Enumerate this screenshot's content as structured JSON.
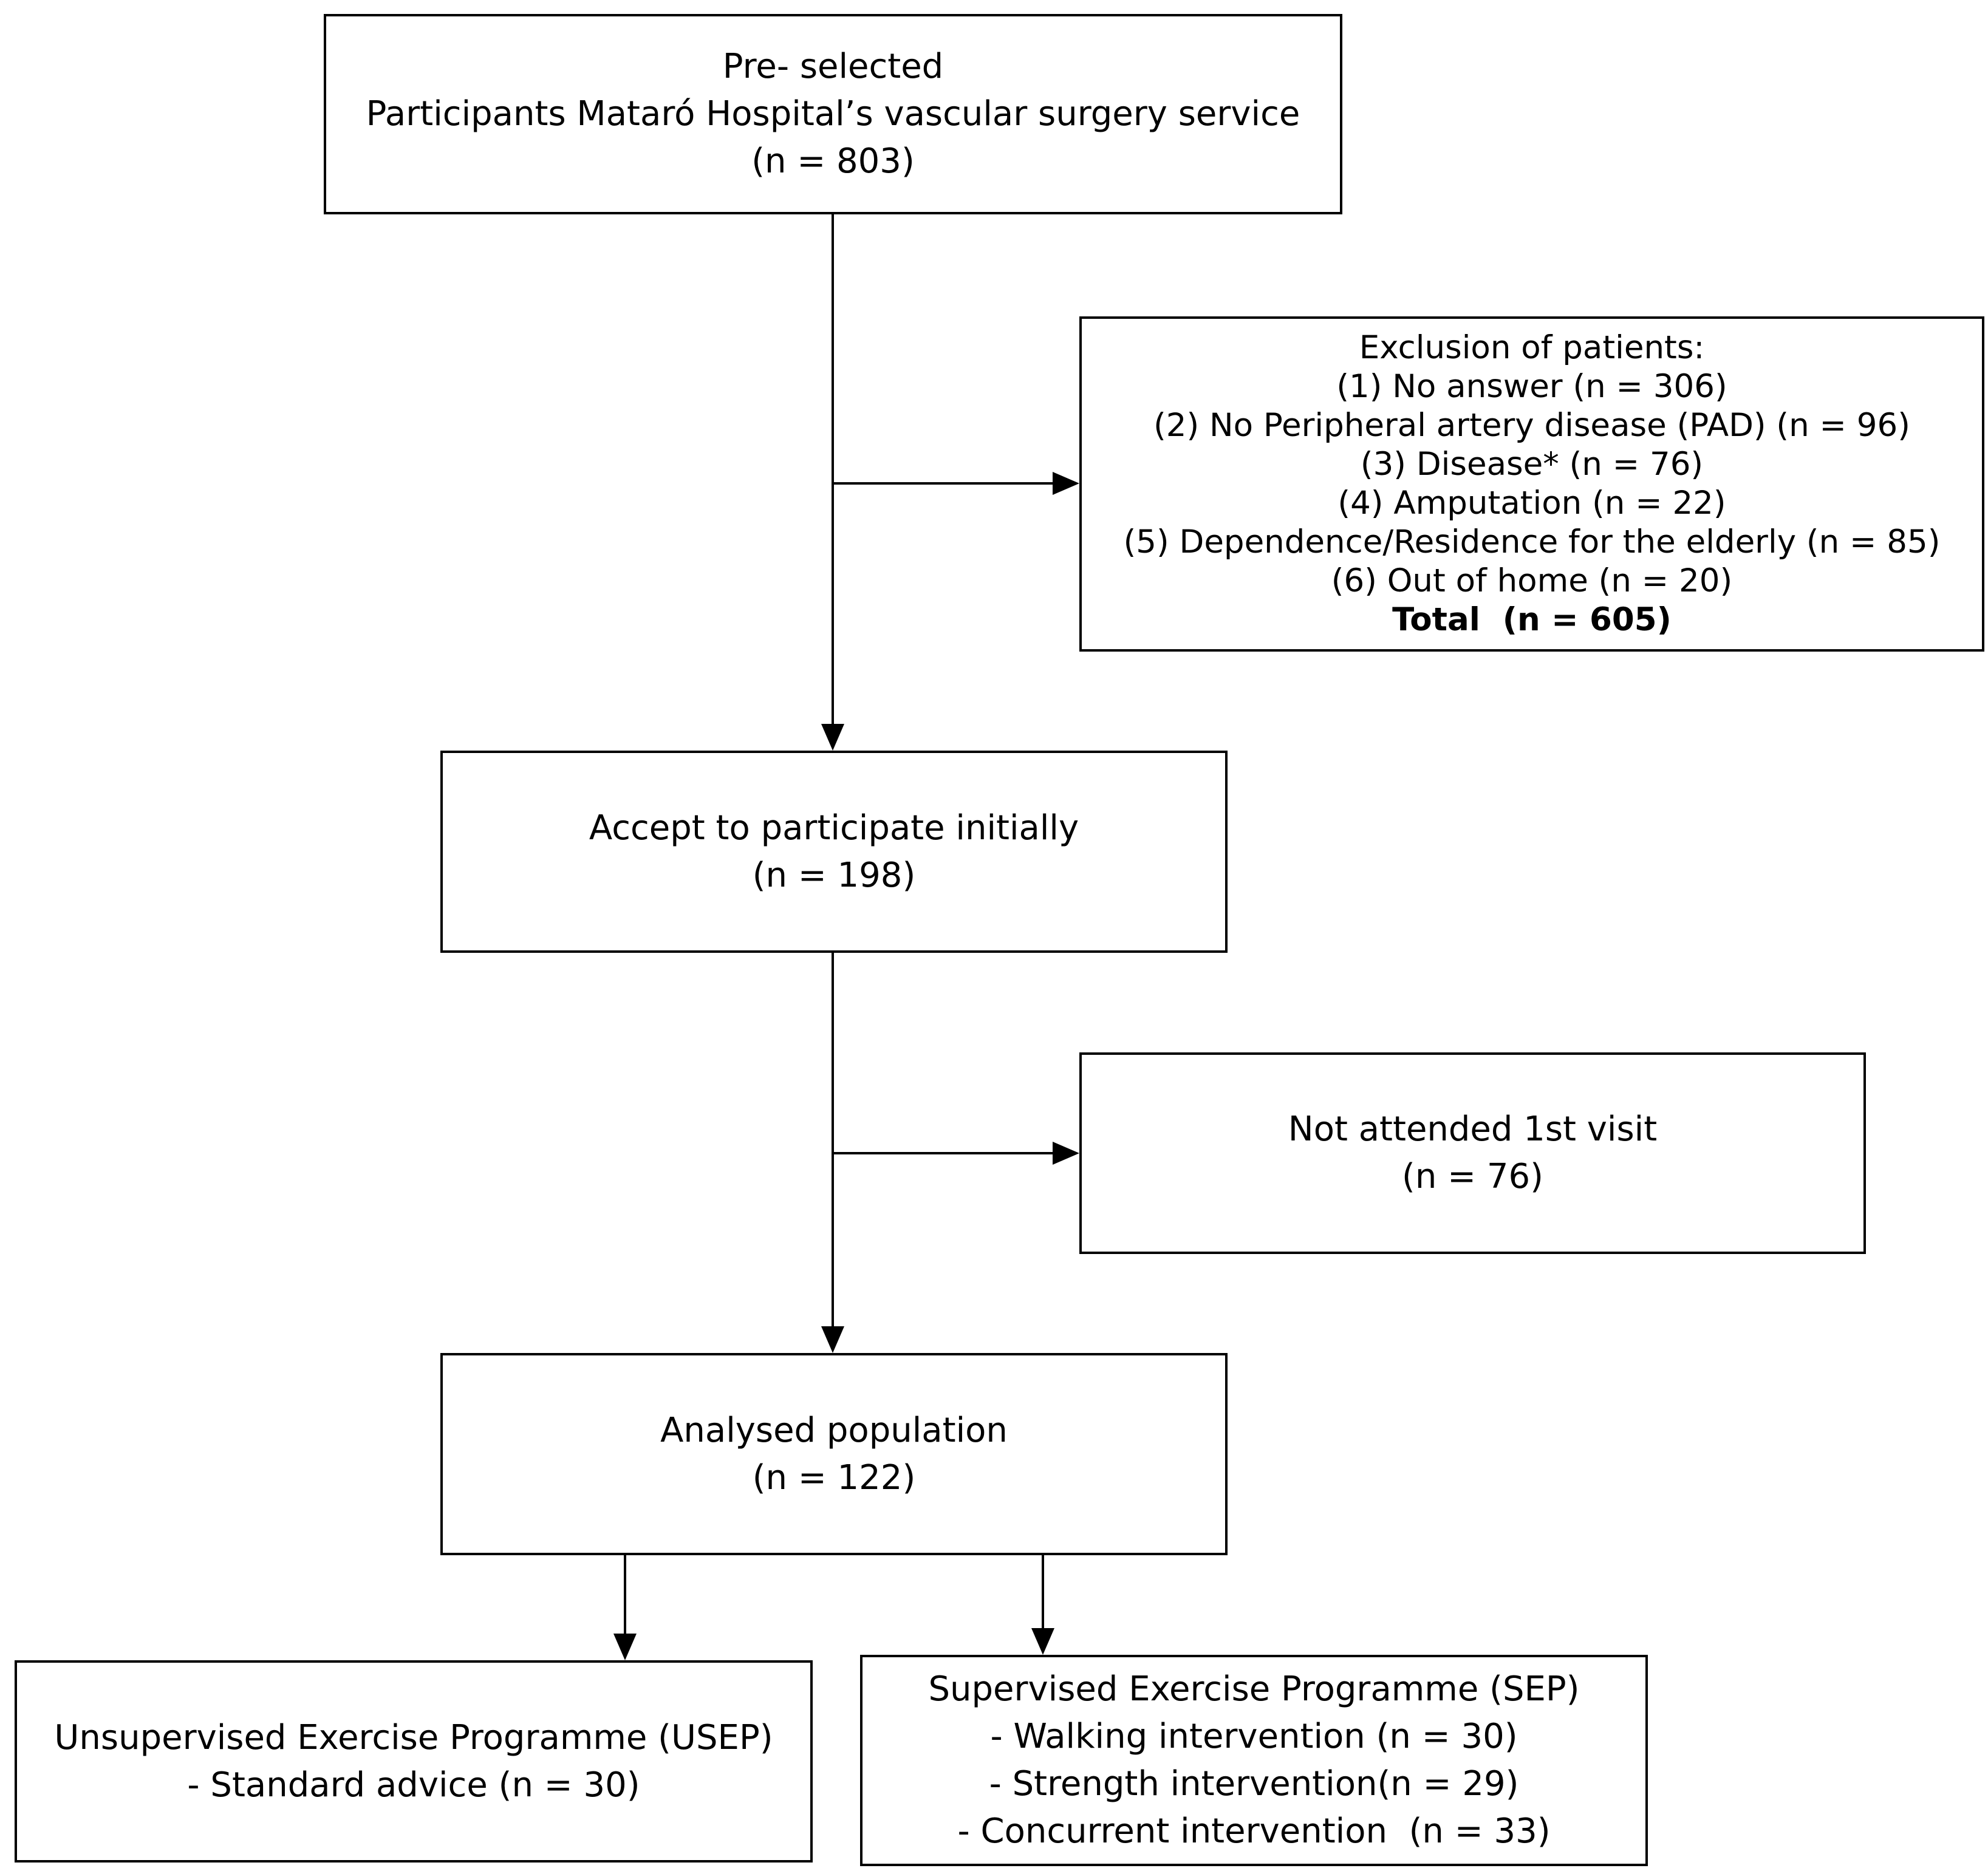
{
  "flowchart": {
    "preselected": {
      "line1": "Pre- selected",
      "line2": "Participants Mataró Hospital’s vascular surgery service",
      "line3": "(n = 803)"
    },
    "exclusion": {
      "title": "Exclusion of patients:",
      "items": [
        "(1) No answer (n = 306)",
        "(2) No Peripheral artery disease (PAD) (n = 96)",
        "(3) Disease* (n = 76)",
        "(4) Amputation (n = 22)",
        "(5) Dependence/Residence for the elderly (n = 85)",
        "(6) Out of home (n = 20)"
      ],
      "total": "Total  (n = 605)"
    },
    "accept": {
      "line1": "Accept to participate initially",
      "line2": "(n = 198)"
    },
    "not_attended": {
      "line1": "Not attended 1st visit",
      "line2": "(n = 76)"
    },
    "analysed": {
      "line1": "Analysed population",
      "line2": "(n = 122)"
    },
    "usep": {
      "line1": "Unsupervised Exercise Programme (USEP)",
      "line2": "- Standard advice (n = 30)"
    },
    "sep": {
      "title": "Supervised Exercise Programme (SEP)",
      "items": [
        "- Walking intervention (n = 30)",
        "- Strength intervention(n = 29)",
        "- Concurrent intervention  (n = 33)"
      ]
    }
  }
}
